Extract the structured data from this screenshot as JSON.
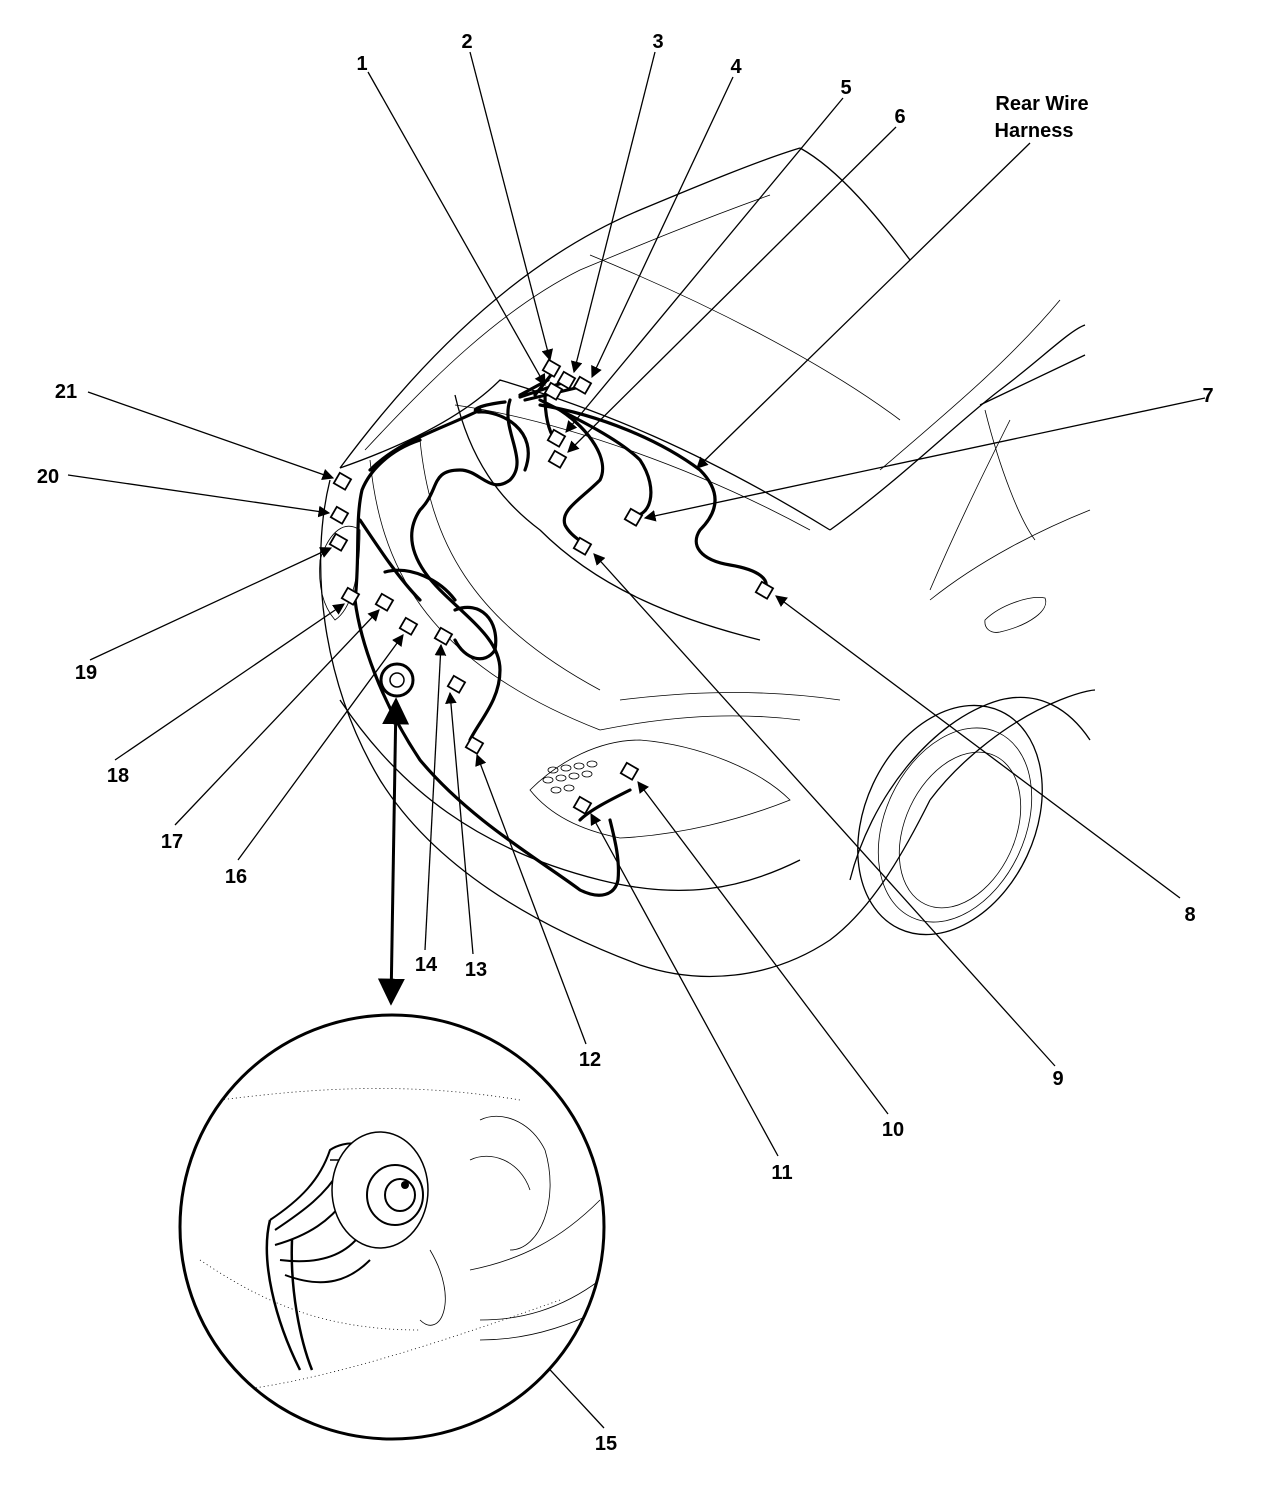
{
  "callouts": {
    "c1": "1",
    "c2": "2",
    "c3": "3",
    "c4": "4",
    "c5": "5",
    "c6": "6",
    "c7": "7",
    "c8": "8",
    "c9": "9",
    "c10": "10",
    "c11": "11",
    "c12": "12",
    "c13": "13",
    "c14": "14",
    "c15": "15",
    "c16": "16",
    "c17": "17",
    "c18": "18",
    "c19": "19",
    "c20": "20",
    "c21": "21"
  },
  "harness_label": {
    "line1": "Rear Wire",
    "line2": "Harness"
  }
}
